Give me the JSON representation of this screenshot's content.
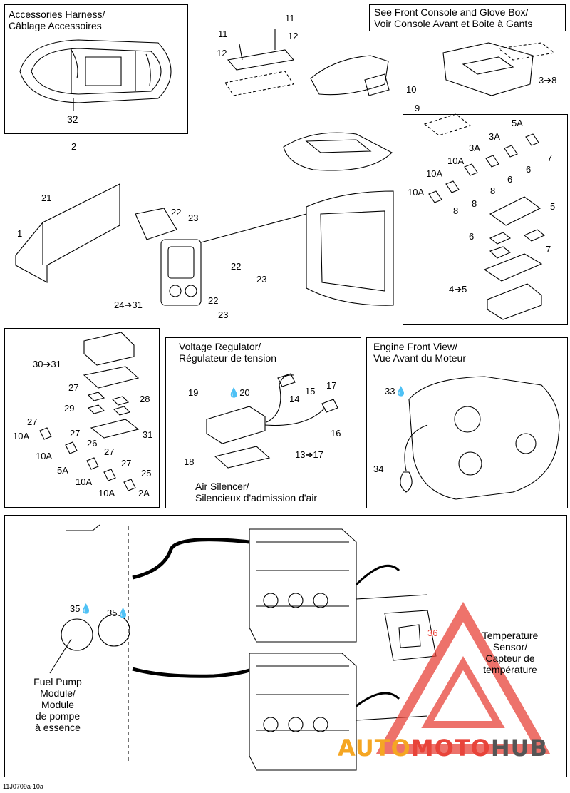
{
  "panels": {
    "accessories_harness": {
      "title_en": "Accessories Harness/",
      "title_fr": "Câblage Accessoires",
      "callout": "32"
    },
    "front_console": {
      "title_en": "See Front Console and Glove Box/",
      "title_fr": "Voir Console Avant et Boite à Gants"
    },
    "voltage_regulator": {
      "title_en": "Voltage Regulator/",
      "title_fr": "Régulateur de tension",
      "air_silencer_en": "Air Silencer/",
      "air_silencer_fr": "Silencieux d'admission d'air"
    },
    "engine_front_view": {
      "title_en": "Engine Front View/",
      "title_fr": "Vue Avant du Moteur"
    },
    "fuel_pump": {
      "line1": "Fuel Pump",
      "line2": "Module/",
      "line3": "Module",
      "line4": "de pompe",
      "line5": "à essence"
    },
    "temperature_sensor": {
      "line1": "Temperature",
      "line2": "Sensor/",
      "line3": "Capteur de",
      "line4": "température"
    }
  },
  "callouts": {
    "c11a": "11",
    "c11b": "11",
    "c12a": "12",
    "c12b": "12",
    "c3to8": "3➔8",
    "c10": "10",
    "c9": "9",
    "c5A": "5A",
    "c3Aa": "3A",
    "c3Ab": "3A",
    "c10Aa": "10A",
    "c10Ab": "10A",
    "c10Ac": "10A",
    "c7a": "7",
    "c6a": "6",
    "c6b": "6",
    "c8a": "8",
    "c8b": "8",
    "c5": "5",
    "c6c": "6",
    "c8c": "8",
    "c7b": "7",
    "c4to5": "4➔5",
    "c2": "2",
    "c21": "21",
    "c1": "1",
    "c22a": "22",
    "c23a": "23",
    "c22b": "22",
    "c23b": "23",
    "c22c": "22",
    "c23c": "23",
    "c24to31": "24➔31",
    "c30to31": "30➔31",
    "c27a": "27",
    "c28": "28",
    "c29": "29",
    "c27b": "27",
    "c10Ad": "10A",
    "c27c": "27",
    "c31": "31",
    "c10Ae": "10A",
    "c26": "26",
    "c27d": "27",
    "c5Ab": "5A",
    "c27e": "27",
    "c10Af": "10A",
    "c25": "25",
    "c10Ag": "10A",
    "c2A": "2A",
    "c19": "19",
    "c20": "20",
    "c15": "15",
    "c14": "14",
    "c17": "17",
    "c16": "16",
    "c18": "18",
    "c13to17": "13➔17",
    "c33": "33",
    "c34": "34",
    "c35a": "35",
    "c35b": "35",
    "c36": "36"
  },
  "footer": {
    "code": "11J0709a-10a"
  },
  "watermark": {
    "part1": "AUTO",
    "part2": "MOTO",
    "part3": "HUB",
    "colors": {
      "auto": "#f5a623",
      "moto": "#e8443a",
      "hub": "#555555",
      "triangle": "#e8443a"
    }
  }
}
